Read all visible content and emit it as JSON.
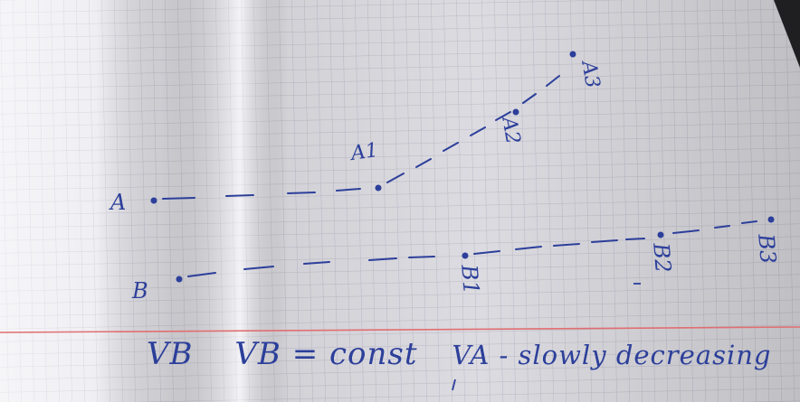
{
  "photo": {
    "colors": {
      "paper": "#eae9ef",
      "grid": "#c8c6d3",
      "ink": "#2c3f9a",
      "margin_line": "#e06f71",
      "shadow": "#9d9ca6",
      "dark_edge": "#1f1f22"
    },
    "labels": {
      "point_a": "A",
      "point_a1": "A1",
      "point_a2": "A2",
      "point_a3": "A3",
      "point_b": "B",
      "point_b1": "B1",
      "point_b2": "B2",
      "point_b3": "B3"
    },
    "caption": {
      "part1": "VB",
      "part2": "VB = const",
      "part3": "VA - slowly decreasing"
    }
  }
}
